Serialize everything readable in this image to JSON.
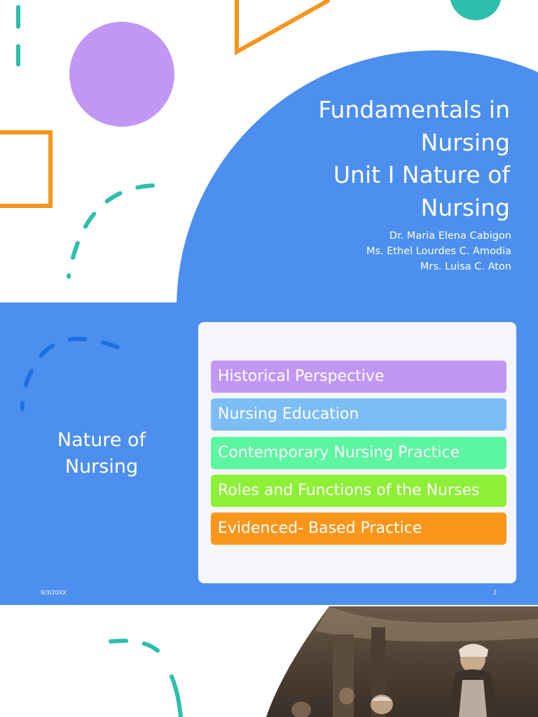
{
  "slide1": {
    "title_lines": [
      "Fundamentals in",
      "Nursing",
      "Unit I Nature of",
      "Nursing"
    ],
    "authors": [
      "Dr. Maria Elena Cabigon",
      "Ms. Ethel Lourdes C. Amodia",
      "Mrs. Luisa C. Aton"
    ]
  },
  "slide2": {
    "title_lines": [
      "Nature of",
      "Nursing"
    ],
    "items": [
      {
        "label": "Historical Perspective",
        "color": "#c197f5"
      },
      {
        "label": "Nursing Education",
        "color": "#7dbdf6"
      },
      {
        "label": "Contemporary Nursing Practice",
        "color": "#5cf5a1"
      },
      {
        "label": "Roles and Functions of the Nurses",
        "color": "#8ef036"
      },
      {
        "label": "Evidenced- Based Practice",
        "color": "#fa961a"
      }
    ],
    "footer_date": "9/3/20XX",
    "footer_page": "2"
  },
  "colors": {
    "blue": "#4d8fee",
    "purple": "#c197f5",
    "orange": "#f7941d",
    "teal": "#2dbfad"
  }
}
